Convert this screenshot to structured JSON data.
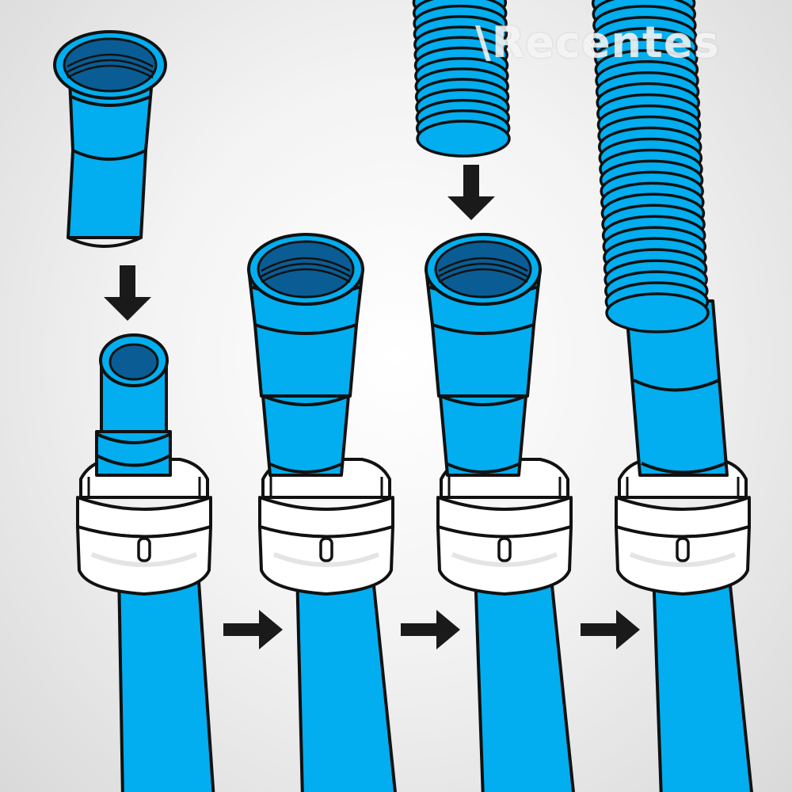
{
  "watermark": {
    "text": "\\Recentes"
  },
  "colors": {
    "hose": "#02aeef",
    "hose_dark": "#0e6fae",
    "cavity": "#0a5d94",
    "outline": "#111111",
    "nut": "#ffffff",
    "nut_shade": "#e4e4e4",
    "background": "#eeeeee"
  },
  "steps": [
    {
      "id": 1,
      "icon": "adapter-insert"
    },
    {
      "id": 2,
      "icon": "adapter-mounted"
    },
    {
      "id": 3,
      "icon": "corrugated-hose-insert"
    },
    {
      "id": 4,
      "icon": "corrugated-hose-connected"
    }
  ],
  "arrows": [
    "down-arrow",
    "right-arrow",
    "right-arrow",
    "down-arrow",
    "right-arrow"
  ]
}
